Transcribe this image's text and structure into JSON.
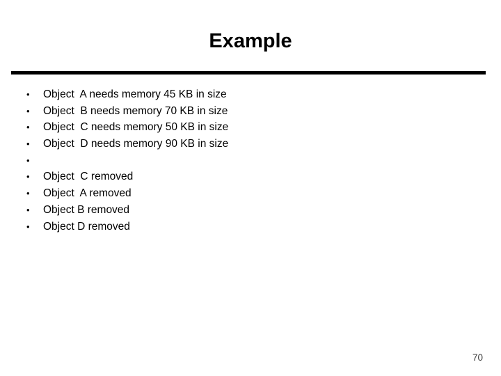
{
  "slide": {
    "title": "Example",
    "bullet_char": "•",
    "bullets": [
      "Object  A needs memory 45 KB in size",
      "Object  B needs memory 70 KB in size",
      "Object  C needs memory 50 KB in size",
      "Object  D needs memory 90 KB in size",
      "",
      "Object  C removed",
      "Object  A removed",
      "Object B removed",
      "Object D removed"
    ],
    "page_number": "70"
  },
  "colors": {
    "background": "#ffffff",
    "text": "#000000",
    "divider": "#000000",
    "page_number": "#404040"
  }
}
